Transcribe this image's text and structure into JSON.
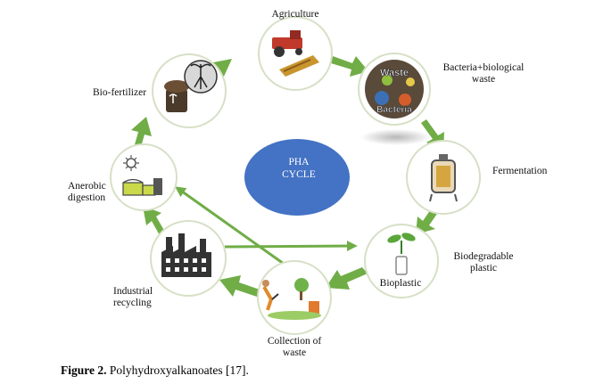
{
  "center": {
    "line1": "PHA",
    "line2": "CYCLE",
    "color": "#4472C4"
  },
  "arrow_color": "#70AD47",
  "stages": {
    "agriculture": {
      "label": "Agriculture"
    },
    "bacteria": {
      "label_line1": "Bacteria+biological",
      "label_line2": "waste",
      "badge_waste": "Waste",
      "badge_bacteria": "Bacteria"
    },
    "fermentation": {
      "label": "Fermentation"
    },
    "biodegradable": {
      "label_line1": "Biodegradable",
      "label_line2": "plastic",
      "inner_label": "Bioplastic"
    },
    "collection": {
      "label_line1": "Collection of",
      "label_line2": "waste"
    },
    "industrial": {
      "label_line1": "Industrial",
      "label_line2": "recycling"
    },
    "anerobic": {
      "label_line1": "Anerobic",
      "label_line2": "digestion"
    },
    "biofertilizer": {
      "label": "Bio-fertilizer"
    }
  },
  "caption": {
    "bold": "Figure 2.",
    "text": " Polyhydroxyalkanoates [17]."
  }
}
